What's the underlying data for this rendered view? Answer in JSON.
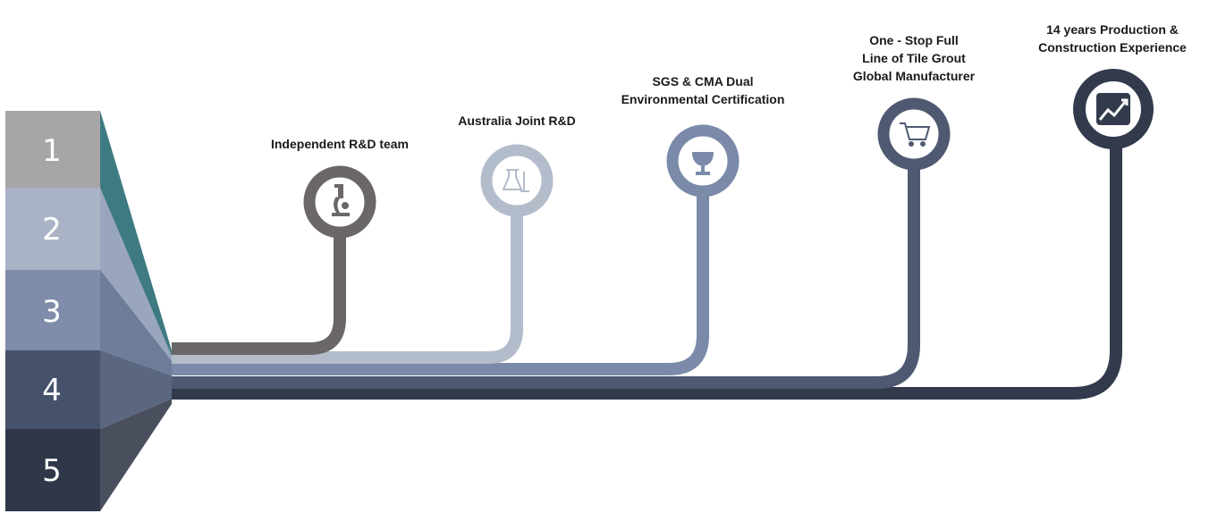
{
  "steps": [
    {
      "number": "1",
      "label": "Independent R&D team",
      "icon": "microscope-icon",
      "color": "#6b6769",
      "block_color": "#a7a5a6",
      "side_color": "#3e7a82"
    },
    {
      "number": "2",
      "label": "Australia Joint R&D",
      "icon": "lab-flask-icon",
      "color": "#b3bccb",
      "block_color": "#aab3c6",
      "side_color": "#9aa6bd"
    },
    {
      "number": "3",
      "label": "SGS & CMA Dual Environmental Certification",
      "icon": "trophy-icon",
      "color": "#7a8aa8",
      "block_color": "#7f8daa",
      "side_color": "#6d7c98"
    },
    {
      "number": "4",
      "label": "One - Stop Full Line of Tile Grout Global Manufacturer",
      "icon": "shopping-cart-icon",
      "color": "#4f5a72",
      "block_color": "#46526c",
      "side_color": "#5b6781"
    },
    {
      "number": "5",
      "label": "14 years  Production & Construction Experience",
      "icon": "growth-chart-icon",
      "color": "#323a4c",
      "block_color": "#2f3749",
      "side_color": "#4a4f5d"
    }
  ]
}
